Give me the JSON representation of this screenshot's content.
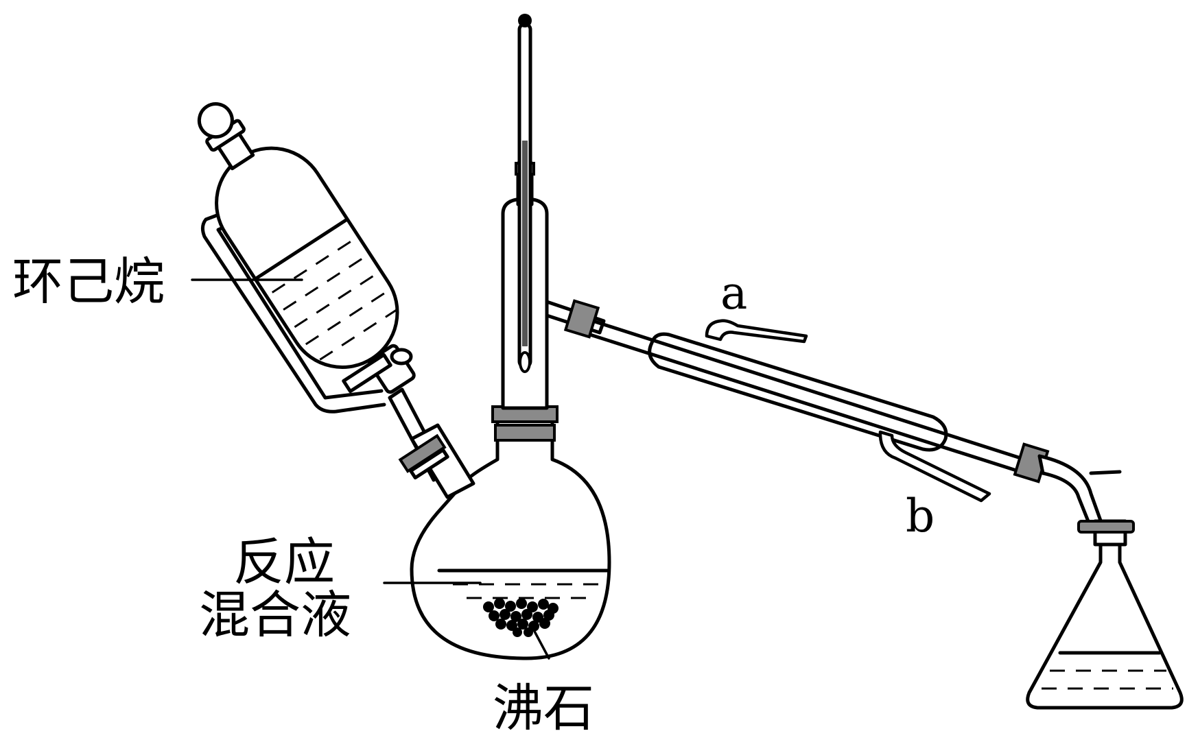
{
  "labels": {
    "cyclohexane": "环己烷",
    "reaction_mixture_line1": "反应",
    "reaction_mixture_line2": "混合液",
    "boiling_chips": "沸石",
    "port_a": "a",
    "port_b": "b"
  },
  "colors": {
    "stroke": "#000000",
    "glass_fill": "#ffffff",
    "stopper_fill": "#8a8a8a",
    "mercury_fill": "#555555"
  }
}
